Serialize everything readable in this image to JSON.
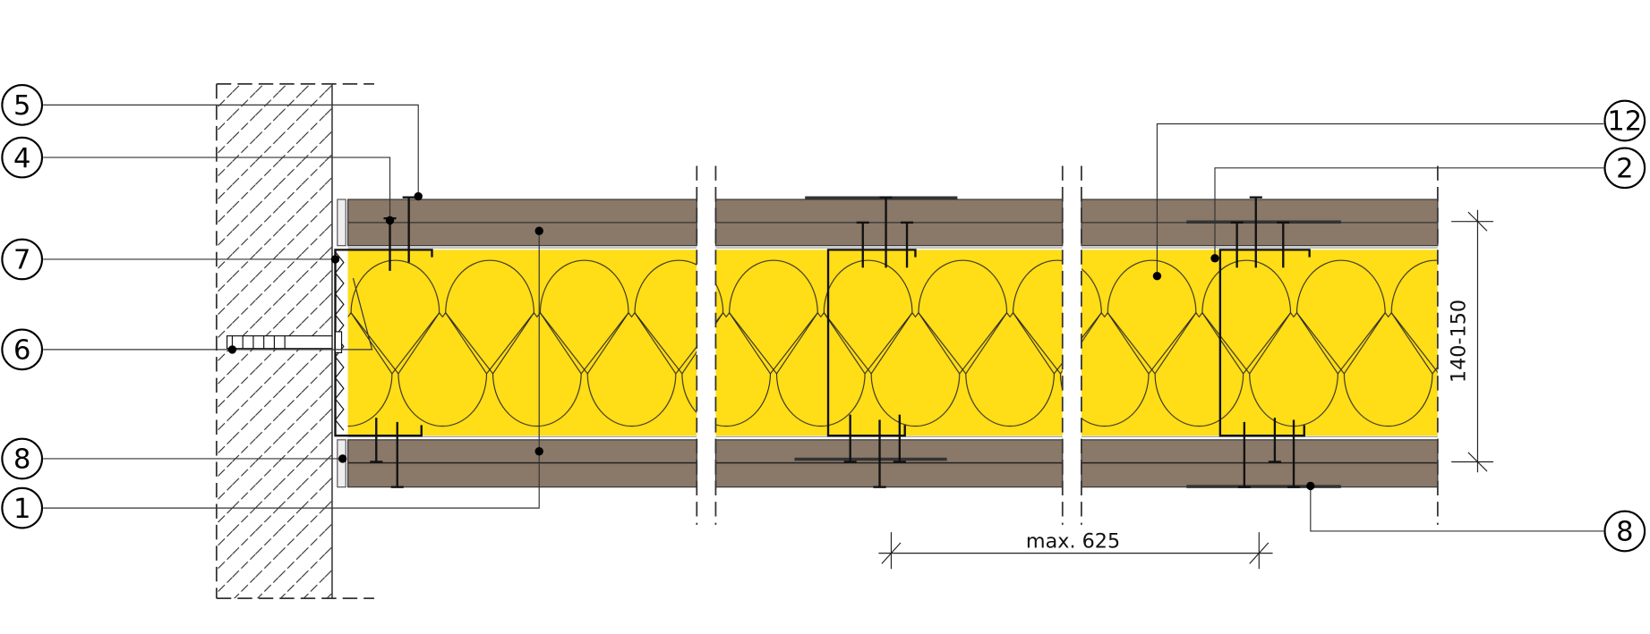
{
  "colors": {
    "board": "#8a7868",
    "insulation": "#ffdd17",
    "line": "#1a1a1a",
    "wall_hatch": "#222222"
  },
  "callouts": [
    {
      "id": "5",
      "label": "5",
      "side": "left"
    },
    {
      "id": "4",
      "label": "4",
      "side": "left"
    },
    {
      "id": "7",
      "label": "7",
      "side": "left"
    },
    {
      "id": "6",
      "label": "6",
      "side": "left"
    },
    {
      "id": "8a",
      "label": "8",
      "side": "left"
    },
    {
      "id": "1",
      "label": "1",
      "side": "left"
    },
    {
      "id": "12",
      "label": "12",
      "side": "right"
    },
    {
      "id": "2",
      "label": "2",
      "side": "right"
    },
    {
      "id": "8b",
      "label": "8",
      "side": "right"
    }
  ],
  "dimensions": {
    "spacing": "max. 625",
    "thickness": "140-150"
  }
}
